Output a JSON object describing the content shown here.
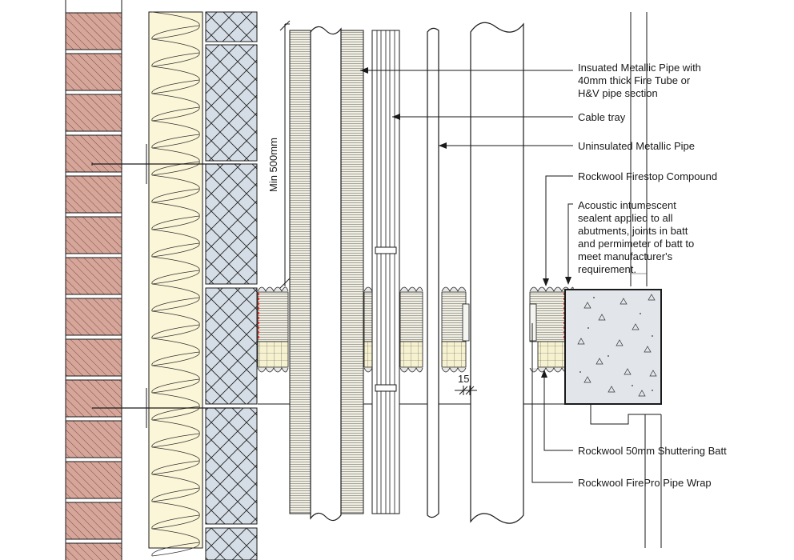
{
  "callouts": {
    "insulated_pipe": [
      "Insuated Metallic Pipe with",
      "40mm thick Fire Tube or",
      "H&V pipe section"
    ],
    "cable_tray": [
      "Cable tray"
    ],
    "uninsulated_pipe": [
      "Uninsulated Metallic Pipe"
    ],
    "firestop_compound": [
      "Rockwool Firestop Compound"
    ],
    "acoustic_sealant": [
      "Acoustic intumescent",
      "sealent applied to all",
      "abutments, joints in batt",
      "and permimeter of batt to",
      "meet manufacturer's",
      "requirement."
    ],
    "shuttering_batt": [
      "Rockwool 50mm Shuttering Batt"
    ],
    "pipe_wrap": [
      "Rockwool FirePro Pipe Wrap"
    ]
  },
  "dimensions": {
    "min_height": "Min 500mm",
    "gap": "15"
  },
  "colors": {
    "brick": "#d6a69a",
    "insulation": "#fbf6d8",
    "board": "#d5dde6",
    "batt": "#f3efd2",
    "concrete": "#e2e6ea",
    "sealant": "#e4312b",
    "line": "#1a1a1a"
  }
}
